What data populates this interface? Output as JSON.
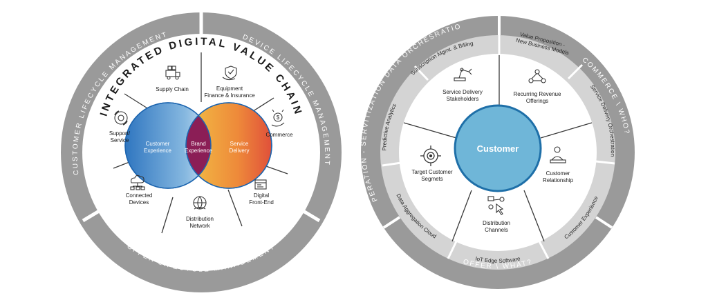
{
  "left_wheel": {
    "ring_top_left": "CUSTOMER LIFECYCLE MANAGEMENT",
    "ring_top_right": "DEVICE LIFECYCLE MANAGEMENT",
    "ring_bottom": "OFFER LIFECYCLE MANAGEMENT",
    "chain_title": "INTEGRATED DIGITAL VALUE CHAIN",
    "segments": {
      "supply_chain": "Supply Chain",
      "equipment_line1": "Equipment",
      "equipment_line2": "Finance & Insurance",
      "commerce": "Commerce",
      "digital_line1": "Digital",
      "digital_line2": "Front-End",
      "distribution_line1": "Distribution",
      "distribution_line2": "Network",
      "connected_line1": "Connected",
      "connected_line2": "Devices",
      "support_line1": "Support/",
      "support_line2": "Service"
    },
    "venn": {
      "left_line1": "Customer",
      "left_line2": "Experience",
      "middle_line1": "Brand",
      "middle_line2": "Experience",
      "right_line1": "Service",
      "right_line2": "Delivery"
    },
    "icons": [
      "truck-icon",
      "shield-hand-icon",
      "coin-hand-icon",
      "browser-window-icon",
      "handshake-globe-icon",
      "cloud-network-icon",
      "gear-cycle-icon"
    ]
  },
  "right_wheel": {
    "ring_left": "OPERATION - SERVITIZATION DATA ORCHESRATION",
    "ring_right": "COMMERCE \\ WHO?",
    "ring_bottom": "OFFER \\ WHAT?",
    "inner_ring": {
      "subscription": "Subscription Mgmt. & Billing",
      "value_prop_line1": "Value Proposition -",
      "value_prop_line2": "New Business Models",
      "service_orch": "Service Delivery Orchestration",
      "customer_exp": "Customer Experience",
      "iot_edge": "IoT Edge Software",
      "data_cloud": "Data Aggregation Cloud",
      "predictive": "Predictive Analytics"
    },
    "center": "Customer",
    "segments": {
      "stakeholders_line1": "Service Delivery",
      "stakeholders_line2": "Stakeholders",
      "recurring_line1": "Recurring Revenue",
      "recurring_line2": "Offerings",
      "relationship_line1": "Customer",
      "relationship_line2": "Relationship",
      "distribution_line1": "Distribution",
      "distribution_line2": "Channels",
      "target_line1": "Target Customer",
      "target_line2": "Segmets"
    },
    "icons": [
      "robot-arm-icon",
      "network-nodes-icon",
      "person-desk-icon",
      "click-channels-icon",
      "target-icon"
    ],
    "center_color": "#6fb6d8"
  }
}
